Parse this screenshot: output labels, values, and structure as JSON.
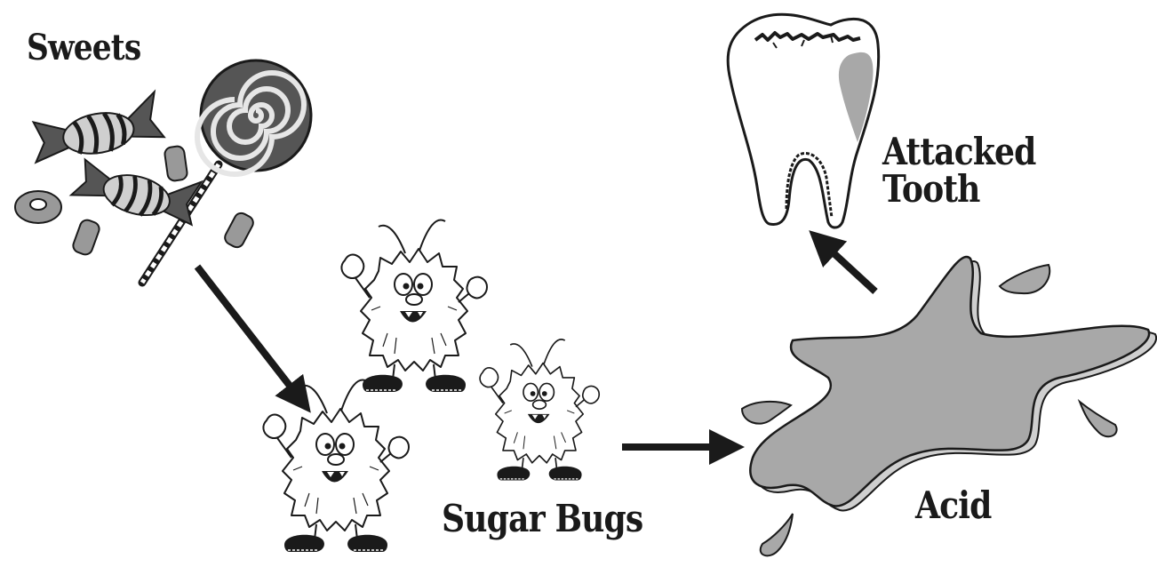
{
  "labels": {
    "sweets": "Sweets",
    "sugar_bugs": "Sugar Bugs",
    "acid": "Acid",
    "tooth_line1": "Attacked",
    "tooth_line2": "Tooth"
  },
  "colors": {
    "ink": "#1a1a1a",
    "gray": "#a8a8a8",
    "light_gray": "#cfcfcf",
    "dark_gray": "#555555"
  }
}
